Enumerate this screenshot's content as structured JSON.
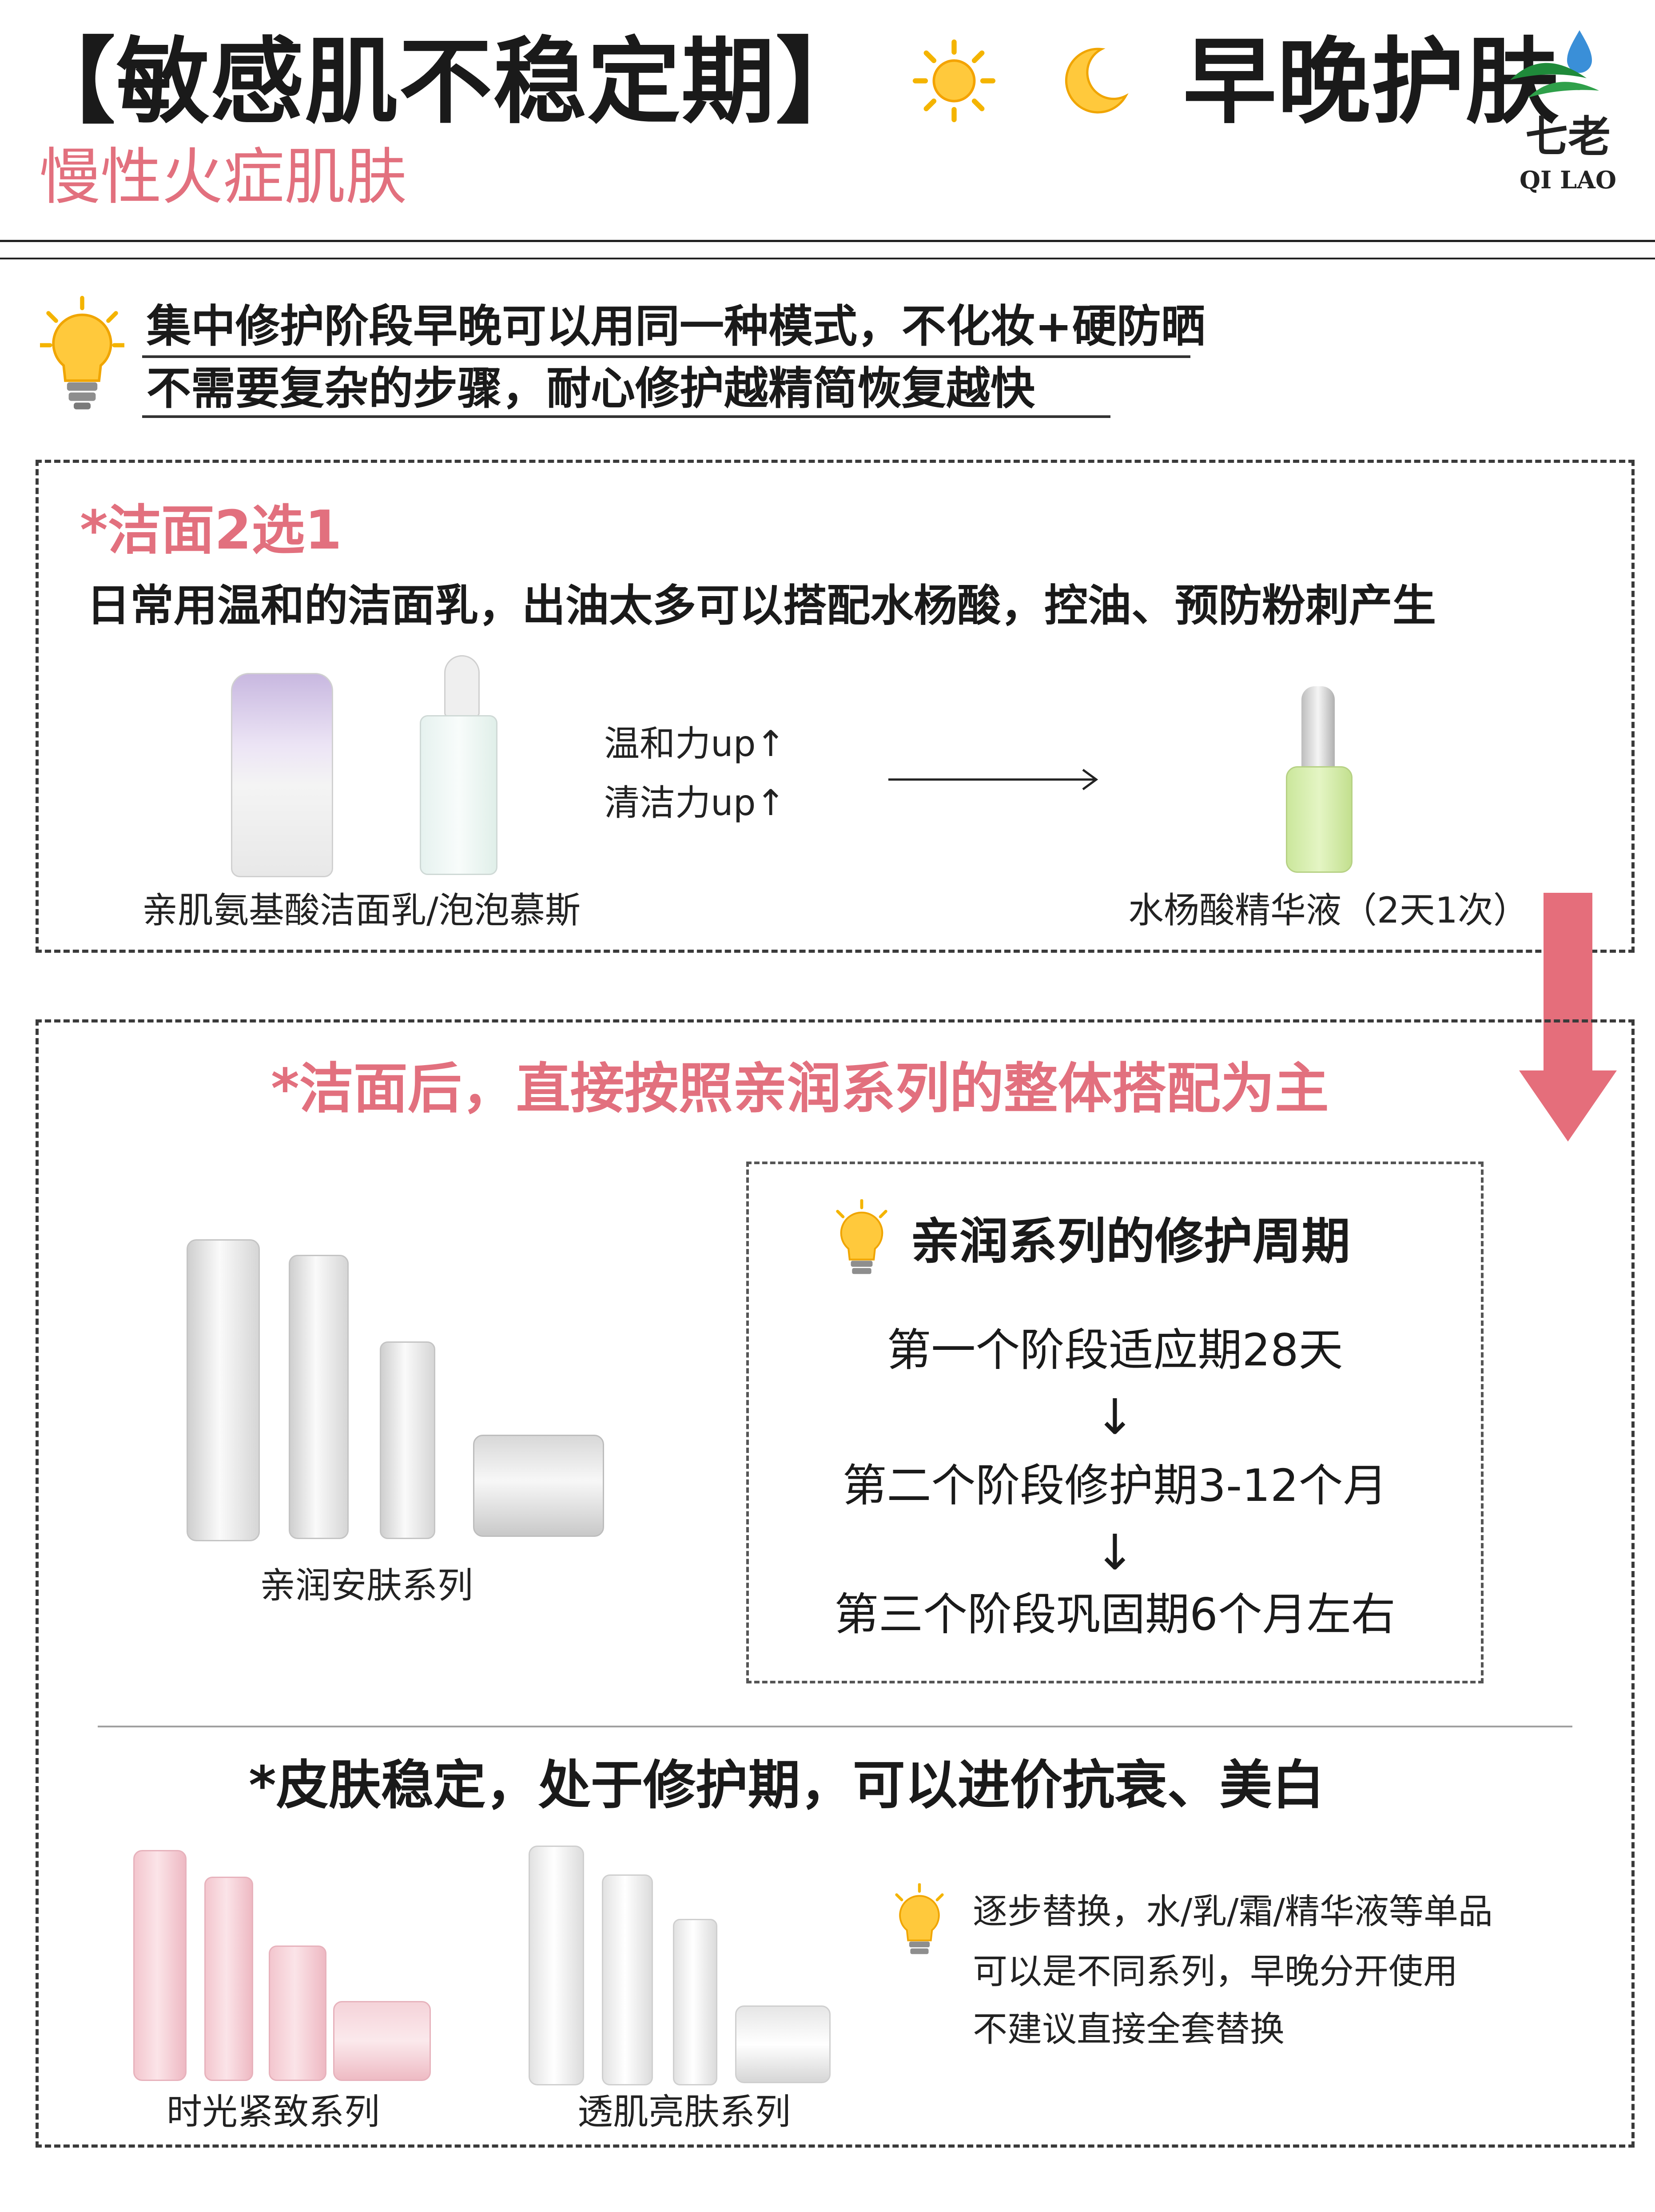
{
  "header": {
    "title": "【敏感肌不稳定期】",
    "title_suffix": "早晚护肤",
    "subtitle": "慢性火症肌肤",
    "icons": [
      "sun-icon",
      "moon-icon"
    ],
    "logo": {
      "text": "七老",
      "latin": "QI LAO"
    }
  },
  "tip": {
    "icon": "lightbulb-icon",
    "line1": "集中修护阶段早晚可以用同一种模式，不化妆+硬防晒",
    "line2": "不需要复杂的步骤，耐心修护越精简恢复越快"
  },
  "cleanse": {
    "heading": "*洁面2选1",
    "desc": "日常用温和的洁面乳，出油太多可以搭配水杨酸，控油、预防粉刺产生",
    "arrow_text1": "温和力up↑",
    "arrow_text2": "清洁力up↑",
    "left_caption": "亲肌氨基酸洁面乳/泡泡慕斯",
    "right_caption": "水杨酸精华液（2天1次）"
  },
  "series": {
    "heading": "*洁面后，直接按照亲润系列的整体搭配为主",
    "set_caption": "亲润安肤系列",
    "cycle": {
      "icon": "lightbulb-icon",
      "title": "亲润系列的修护周期",
      "step1": "第一个阶段适应期28天",
      "step2": "第二个阶段修护期3-12个月",
      "step3": "第三个阶段巩固期6个月左右",
      "arrow": "↓"
    }
  },
  "advanced": {
    "heading": "*皮肤稳定，处于修护期，可以进价抗衰、美白",
    "caption_pink": "时光紧致系列",
    "caption_white": "透肌亮肤系列",
    "note": {
      "icon": "lightbulb-icon",
      "line1": "逐步替换，水/乳/霜/精华液等单品",
      "line2": "可以是不同系列，早晚分开使用",
      "line3": "不建议直接全套替换"
    }
  },
  "colors": {
    "accent_pink": "#e2707e",
    "arrow_pink": "#e56e7b",
    "text": "#1a1a1a"
  }
}
